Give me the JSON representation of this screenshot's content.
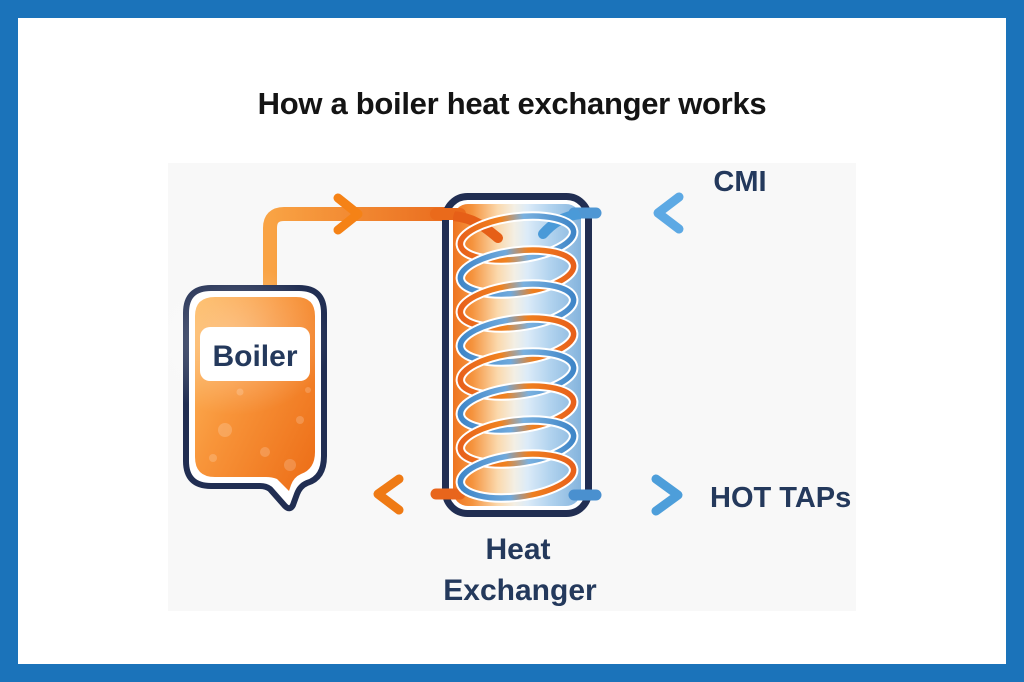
{
  "title": "How a boiler heat exchanger works",
  "diagram": {
    "boiler": {
      "label": "Boiler"
    },
    "heat_exchanger": {
      "label_line1": "Heat",
      "label_line2": "Exchanger"
    },
    "cold_inlet": {
      "label": "CMI"
    },
    "hot_outlet": {
      "label": "HOT TAPs"
    }
  },
  "icons": {
    "flow_arrow_hot_supply": "chevron-right",
    "flow_arrow_hot_return": "chevron-left",
    "flow_arrow_cold_inlet": "chevron-left",
    "flow_arrow_hot_taps": "chevron-right"
  },
  "colors": {
    "frame_blue": "#1b73ba",
    "navy_outline": "#212e52",
    "label_navy": "#24395c",
    "title_text": "#141414",
    "pipe_orange": "#f0801f",
    "pipe_blue": "#4a90d2",
    "panel_background": "#f8f8f8",
    "boiler_orange_light": "#feb95f",
    "boiler_orange_deep": "#ef761c"
  }
}
